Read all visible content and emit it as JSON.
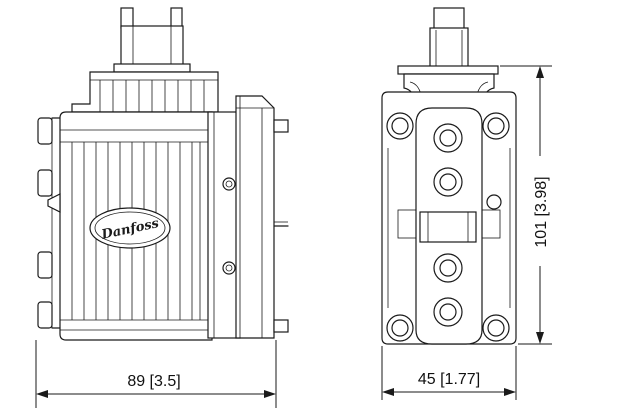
{
  "dimensions": {
    "width": "89 [3.5]",
    "depth": "45 [1.77]",
    "height": "101 [3.98]"
  },
  "logo": {
    "text": "Danfoss"
  },
  "colors": {
    "line": "#1a1a1a",
    "background": "#ffffff"
  }
}
